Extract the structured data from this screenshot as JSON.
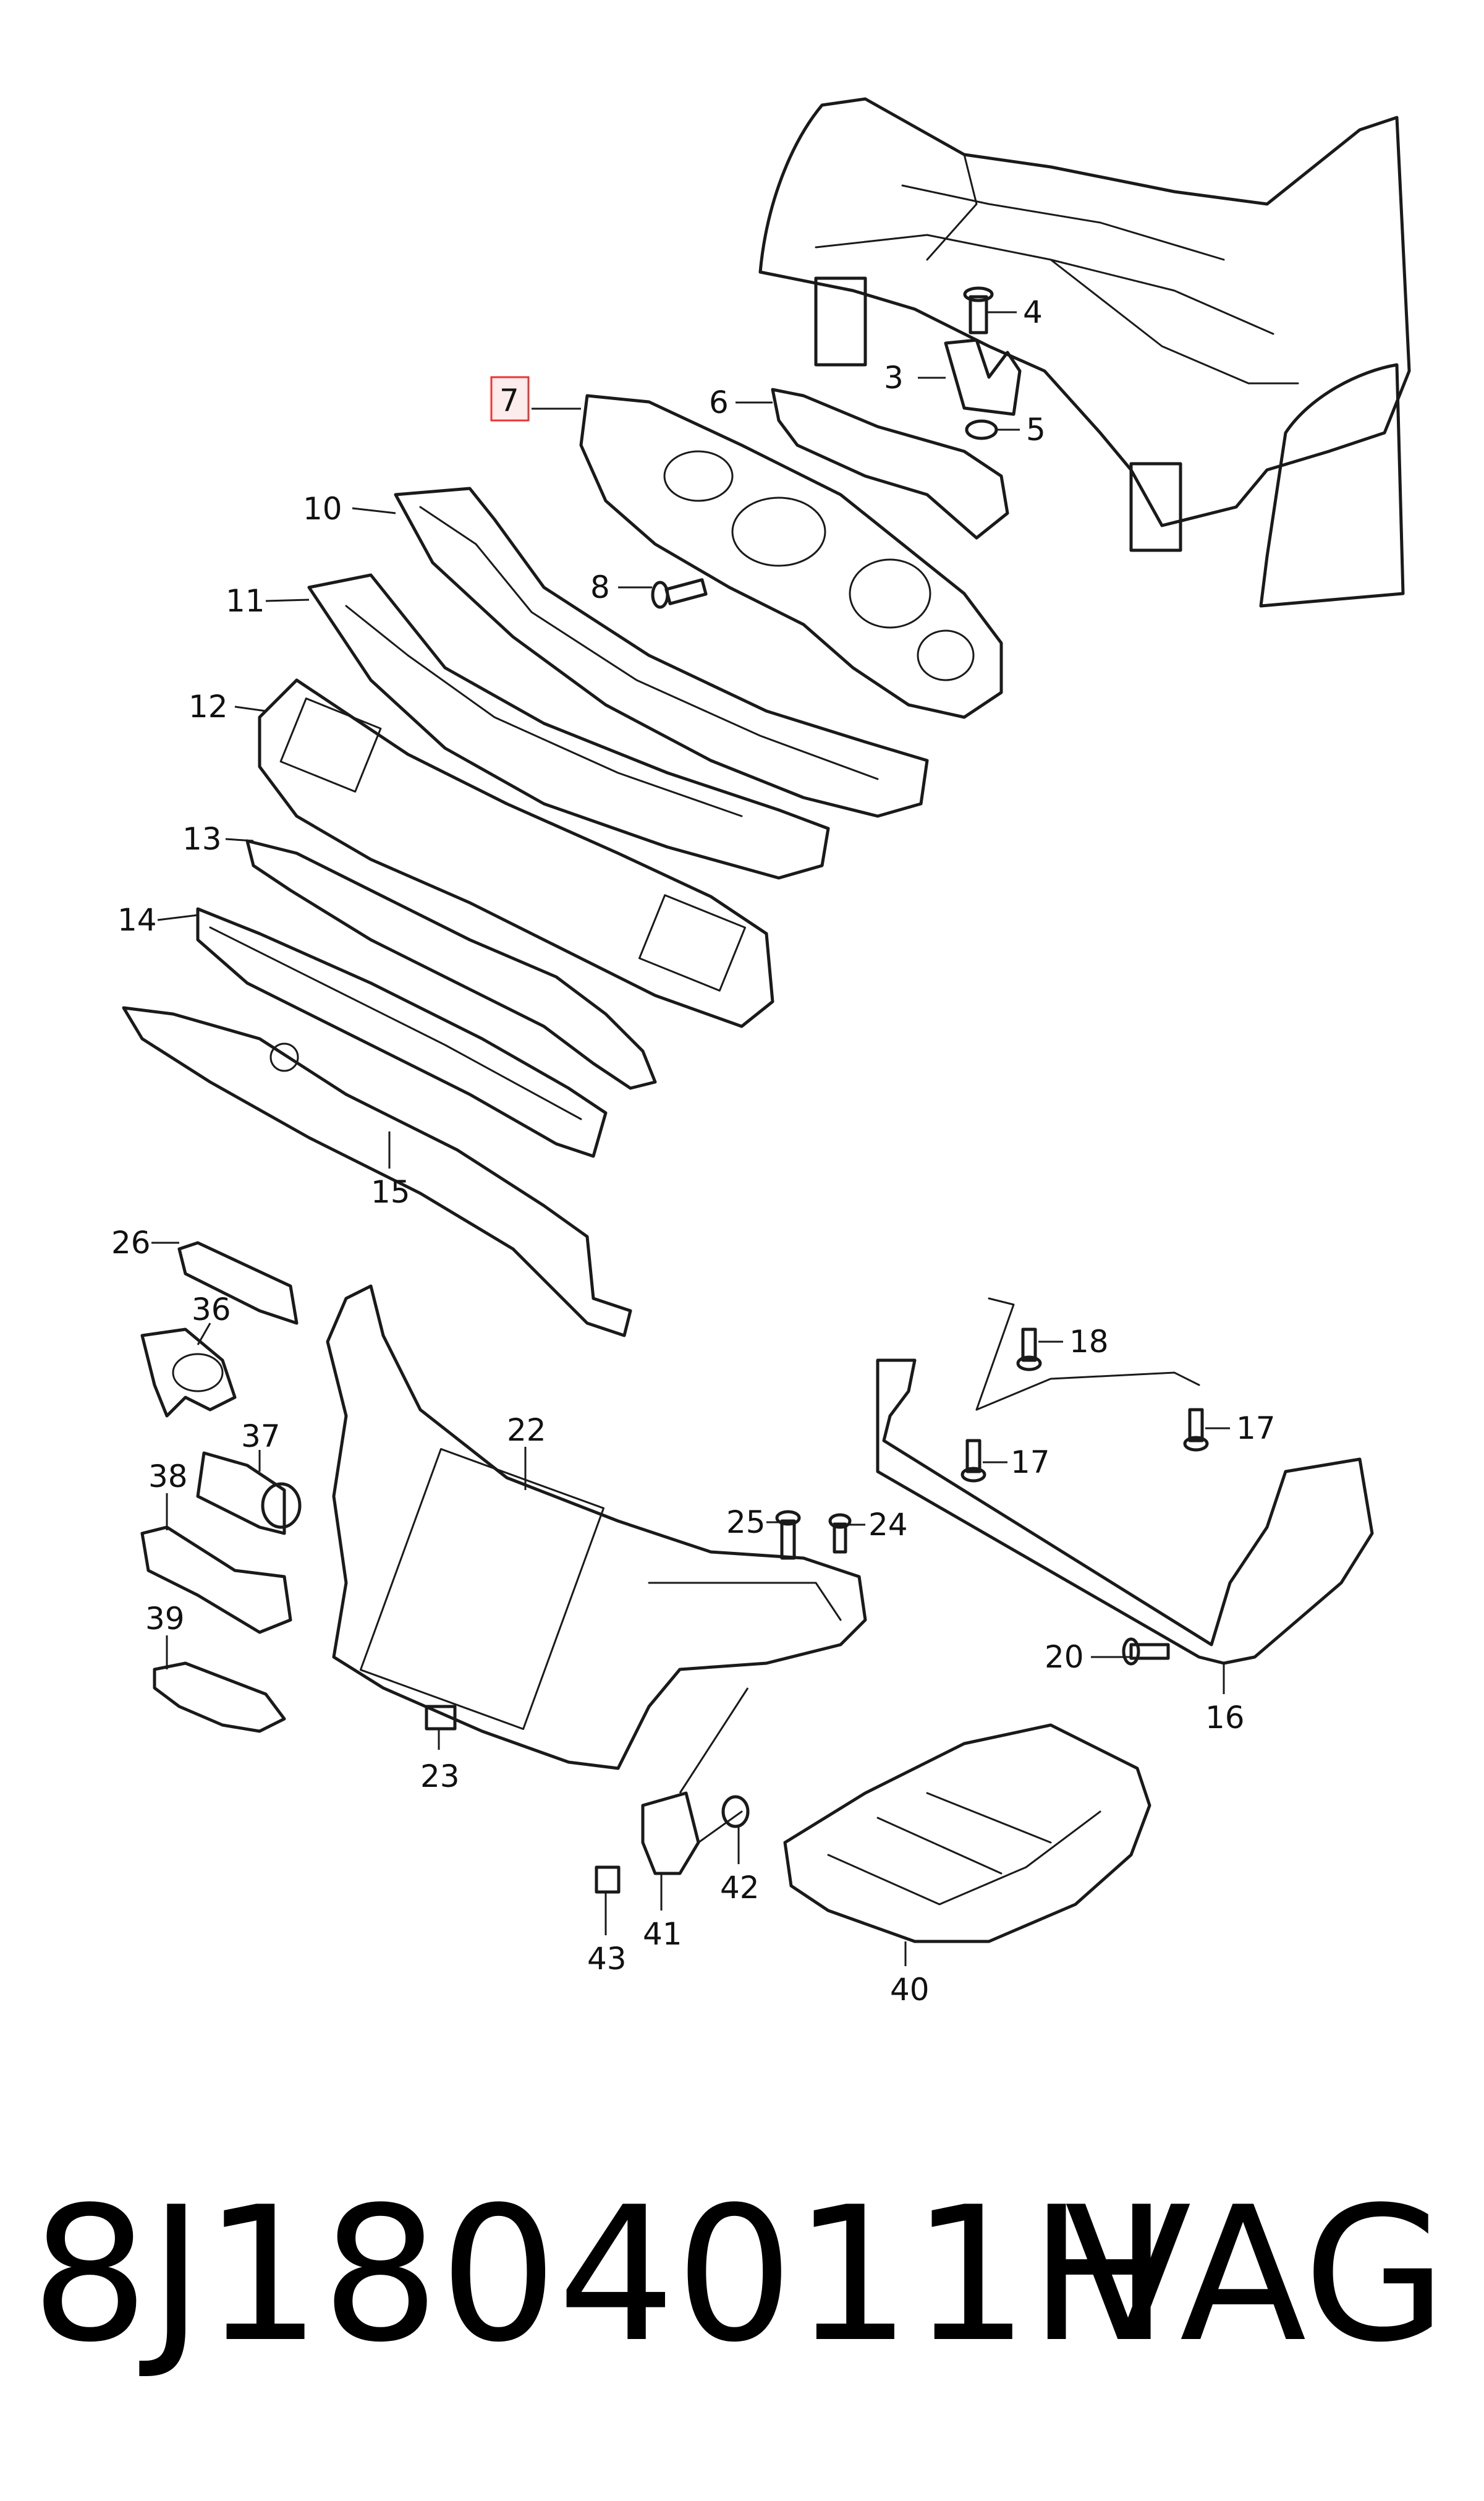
{
  "callouts": {
    "c3": "3",
    "c4": "4",
    "c5": "5",
    "c6": "6",
    "c7": "7",
    "c8": "8",
    "c10": "10",
    "c11": "11",
    "c12": "12",
    "c13": "13",
    "c14": "14",
    "c15": "15",
    "c16": "16",
    "c17a": "17",
    "c17b": "17",
    "c18": "18",
    "c20": "20",
    "c22": "22",
    "c23": "23",
    "c24": "24",
    "c25": "25",
    "c26": "26",
    "c36": "36",
    "c37": "37",
    "c38": "38",
    "c39": "39",
    "c40": "40",
    "c41": "41",
    "c42": "42",
    "c43": "43"
  },
  "highlighted_callout": "7",
  "highlight_color": "#e33333",
  "footer": {
    "part_number": "8J1804011H",
    "brand": "VAG"
  }
}
